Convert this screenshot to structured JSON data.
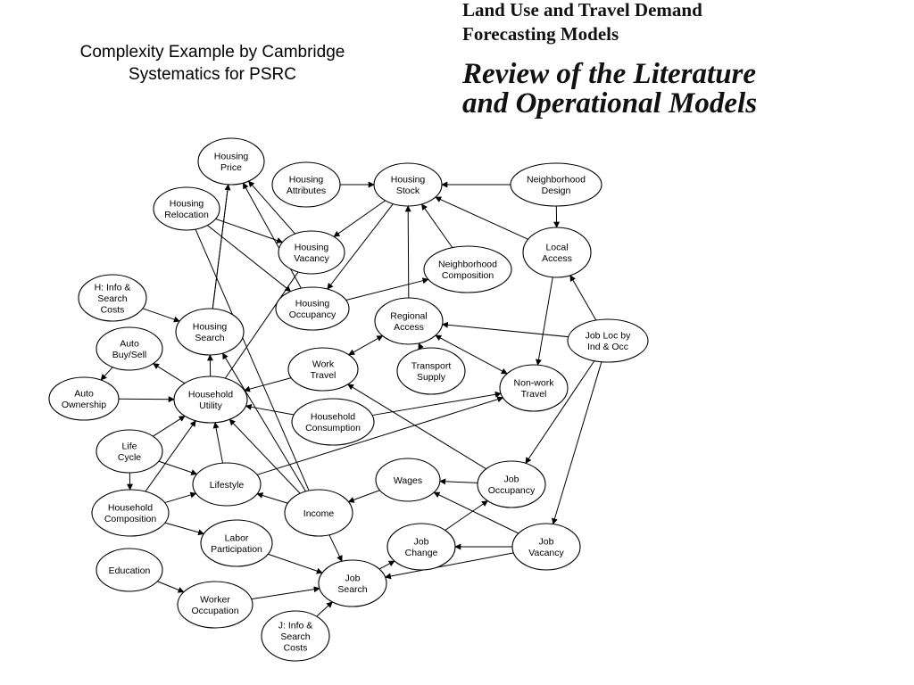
{
  "slide": {
    "title_line1": "Complexity Example by Cambridge",
    "title_line2": "Systematics for PSRC"
  },
  "book": {
    "title_line1": "Land Use and Travel Demand",
    "title_line2": "Forecasting Models",
    "subtitle_line1": "Review of the Literature",
    "subtitle_line2": "and Operational Models"
  },
  "diagram": {
    "nodes": [
      {
        "id": "housing-price",
        "lines": [
          "Housing",
          "Price"
        ]
      },
      {
        "id": "housing-attributes",
        "lines": [
          "Housing",
          "Attributes"
        ]
      },
      {
        "id": "housing-stock",
        "lines": [
          "Housing",
          "Stock"
        ]
      },
      {
        "id": "neighborhood-design",
        "lines": [
          "Neighborhood",
          "Design"
        ]
      },
      {
        "id": "housing-relocation",
        "lines": [
          "Housing",
          "Relocation"
        ]
      },
      {
        "id": "housing-vacancy",
        "lines": [
          "Housing",
          "Vacancy"
        ]
      },
      {
        "id": "local-access",
        "lines": [
          "Local",
          "Access"
        ]
      },
      {
        "id": "neighborhood-composition",
        "lines": [
          "Neighborhood",
          "Composition"
        ]
      },
      {
        "id": "h-info-search-costs",
        "lines": [
          "H: Info &",
          "Search",
          "Costs"
        ]
      },
      {
        "id": "housing-occupancy",
        "lines": [
          "Housing",
          "Occupancy"
        ]
      },
      {
        "id": "regional-access",
        "lines": [
          "Regional",
          "Access"
        ]
      },
      {
        "id": "housing-search",
        "lines": [
          "Housing",
          "Search"
        ]
      },
      {
        "id": "job-loc",
        "lines": [
          "Job Loc by",
          "Ind & Occ"
        ]
      },
      {
        "id": "auto-buy-sell",
        "lines": [
          "Auto",
          "Buy/Sell"
        ]
      },
      {
        "id": "work-travel",
        "lines": [
          "Work",
          "Travel"
        ]
      },
      {
        "id": "transport-supply",
        "lines": [
          "Transport",
          "Supply"
        ]
      },
      {
        "id": "non-work-travel",
        "lines": [
          "Non-work",
          "Travel"
        ]
      },
      {
        "id": "auto-ownership",
        "lines": [
          "Auto",
          "Ownership"
        ]
      },
      {
        "id": "household-utility",
        "lines": [
          "Household",
          "Utility"
        ]
      },
      {
        "id": "household-consumption",
        "lines": [
          "Household",
          "Consumption"
        ]
      },
      {
        "id": "life-cycle",
        "lines": [
          "Life",
          "Cycle"
        ]
      },
      {
        "id": "wages",
        "lines": [
          "Wages"
        ]
      },
      {
        "id": "job-occupancy",
        "lines": [
          "Job",
          "Occupancy"
        ]
      },
      {
        "id": "lifestyle",
        "lines": [
          "Lifestyle"
        ]
      },
      {
        "id": "household-composition",
        "lines": [
          "Household",
          "Composition"
        ]
      },
      {
        "id": "income",
        "lines": [
          "Income"
        ]
      },
      {
        "id": "labor-participation",
        "lines": [
          "Labor",
          "Participation"
        ]
      },
      {
        "id": "job-change",
        "lines": [
          "Job",
          "Change"
        ]
      },
      {
        "id": "job-vacancy",
        "lines": [
          "Job",
          "Vacancy"
        ]
      },
      {
        "id": "education",
        "lines": [
          "Education"
        ]
      },
      {
        "id": "job-search",
        "lines": [
          "Job",
          "Search"
        ]
      },
      {
        "id": "worker-occupation",
        "lines": [
          "Worker",
          "Occupation"
        ]
      },
      {
        "id": "j-info-search-costs",
        "lines": [
          "J: Info &",
          "Search",
          "Costs"
        ]
      }
    ],
    "edges": [
      {
        "from": "housing-attributes",
        "to": "housing-stock",
        "arrow": "end"
      },
      {
        "from": "neighborhood-design",
        "to": "housing-stock",
        "arrow": "end"
      },
      {
        "from": "neighborhood-design",
        "to": "local-access",
        "arrow": "end"
      },
      {
        "from": "local-access",
        "to": "housing-stock",
        "arrow": "end"
      },
      {
        "from": "housing-stock",
        "to": "housing-vacancy",
        "arrow": "end"
      },
      {
        "from": "housing-stock",
        "to": "housing-occupancy",
        "arrow": "end"
      },
      {
        "from": "neighborhood-composition",
        "to": "housing-stock",
        "arrow": "end"
      },
      {
        "from": "regional-access",
        "to": "housing-stock",
        "arrow": "end"
      },
      {
        "from": "housing-price",
        "to": "housing-vacancy",
        "arrow": "start"
      },
      {
        "from": "housing-price",
        "to": "housing-occupancy",
        "arrow": "start"
      },
      {
        "from": "housing-search",
        "to": "housing-price",
        "arrow": "end"
      },
      {
        "from": "housing-relocation",
        "to": "housing-vacancy",
        "arrow": "end"
      },
      {
        "from": "housing-relocation",
        "to": "housing-occupancy",
        "arrow": "end"
      },
      {
        "from": "housing-relocation",
        "to": "income",
        "arrow": "none"
      },
      {
        "from": "housing-vacancy",
        "to": "household-utility",
        "arrow": "none"
      },
      {
        "from": "housing-search",
        "to": "housing-price",
        "arrow": "none"
      },
      {
        "from": "housing-occupancy",
        "to": "neighborhood-composition",
        "arrow": "end"
      },
      {
        "from": "h-info-search-costs",
        "to": "housing-search",
        "arrow": "end"
      },
      {
        "from": "household-utility",
        "to": "housing-search",
        "arrow": "end"
      },
      {
        "from": "household-utility",
        "to": "auto-buy-sell",
        "arrow": "end"
      },
      {
        "from": "auto-buy-sell",
        "to": "auto-ownership",
        "arrow": "end"
      },
      {
        "from": "auto-ownership",
        "to": "household-utility",
        "arrow": "end"
      },
      {
        "from": "regional-access",
        "to": "work-travel",
        "arrow": "both"
      },
      {
        "from": "regional-access",
        "to": "non-work-travel",
        "arrow": "both"
      },
      {
        "from": "transport-supply",
        "to": "regional-access",
        "arrow": "end"
      },
      {
        "from": "job-loc",
        "to": "regional-access",
        "arrow": "end"
      },
      {
        "from": "job-loc",
        "to": "local-access",
        "arrow": "end"
      },
      {
        "from": "local-access",
        "to": "non-work-travel",
        "arrow": "end"
      },
      {
        "from": "job-loc",
        "to": "job-occupancy",
        "arrow": "end"
      },
      {
        "from": "job-loc",
        "to": "job-vacancy",
        "arrow": "end"
      },
      {
        "from": "work-travel",
        "to": "household-utility",
        "arrow": "end"
      },
      {
        "from": "household-consumption",
        "to": "household-utility",
        "arrow": "end"
      },
      {
        "from": "household-consumption",
        "to": "non-work-travel",
        "arrow": "end"
      },
      {
        "from": "lifestyle",
        "to": "non-work-travel",
        "arrow": "end"
      },
      {
        "from": "job-occupancy",
        "to": "work-travel",
        "arrow": "end"
      },
      {
        "from": "life-cycle",
        "to": "household-utility",
        "arrow": "end"
      },
      {
        "from": "life-cycle",
        "to": "lifestyle",
        "arrow": "end"
      },
      {
        "from": "life-cycle",
        "to": "household-composition",
        "arrow": "end"
      },
      {
        "from": "household-composition",
        "to": "household-utility",
        "arrow": "end"
      },
      {
        "from": "household-composition",
        "to": "lifestyle",
        "arrow": "end"
      },
      {
        "from": "household-composition",
        "to": "labor-participation",
        "arrow": "end"
      },
      {
        "from": "lifestyle",
        "to": "household-utility",
        "arrow": "end"
      },
      {
        "from": "income",
        "to": "household-utility",
        "arrow": "end"
      },
      {
        "from": "income",
        "to": "lifestyle",
        "arrow": "end"
      },
      {
        "from": "income",
        "to": "housing-search",
        "arrow": "end"
      },
      {
        "from": "income",
        "to": "job-search",
        "arrow": "end"
      },
      {
        "from": "job-occupancy",
        "to": "wages",
        "arrow": "end"
      },
      {
        "from": "wages",
        "to": "income",
        "arrow": "end"
      },
      {
        "from": "job-change",
        "to": "job-occupancy",
        "arrow": "end"
      },
      {
        "from": "job-vacancy",
        "to": "job-change",
        "arrow": "end"
      },
      {
        "from": "job-vacancy",
        "to": "wages",
        "arrow": "end"
      },
      {
        "from": "job-vacancy",
        "to": "job-search",
        "arrow": "end"
      },
      {
        "from": "job-search",
        "to": "job-change",
        "arrow": "end"
      },
      {
        "from": "labor-participation",
        "to": "job-search",
        "arrow": "end"
      },
      {
        "from": "education",
        "to": "worker-occupation",
        "arrow": "end"
      },
      {
        "from": "worker-occupation",
        "to": "job-search",
        "arrow": "end"
      },
      {
        "from": "j-info-search-costs",
        "to": "job-search",
        "arrow": "end"
      }
    ]
  }
}
